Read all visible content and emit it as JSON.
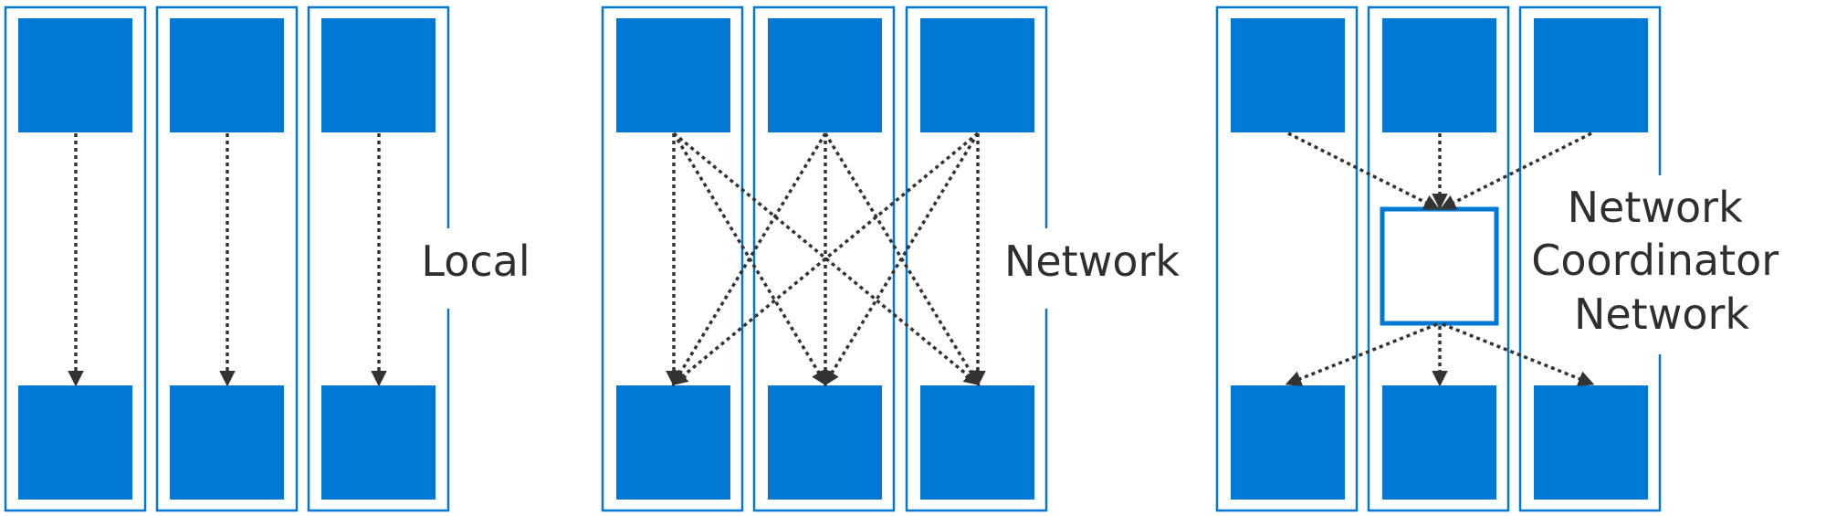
{
  "panels": [
    {
      "id": "local",
      "label_lines": [
        "Local"
      ]
    },
    {
      "id": "network",
      "label_lines": [
        "Network"
      ]
    },
    {
      "id": "coordinator",
      "label_lines": [
        "Network",
        "Coordinator",
        "Network"
      ]
    }
  ],
  "colors": {
    "lane_border": "#0078d4",
    "block_fill": "#0078d4",
    "coordinator_fill": "#ffffff",
    "arrow": "#333333",
    "text": "#2f2f2f"
  }
}
